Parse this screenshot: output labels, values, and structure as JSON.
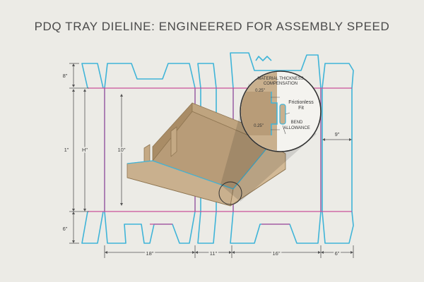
{
  "header": {
    "title": "PDQ TRAY DIELINE: ENGINEERED FOR ASSEMBLY SPEED"
  },
  "dimensions": {
    "flap_top": "8\"",
    "height_outer": "1\"",
    "height_inner": "H\"",
    "depth": "10\"",
    "flap_bottom": "6\"",
    "right_panel": "9\"",
    "bottom_1": "18\"",
    "bottom_2": "11\"",
    "bottom_3": "16\"",
    "bottom_4": "6\""
  },
  "callout": {
    "heading_line1": "MATERIAL THICKNESS",
    "heading_line2": "COMPENSATION",
    "dim_top": "0.25\"",
    "dim_bottom": "0.25\"",
    "friction_line1": "Frictionless",
    "friction_line2": "Fit",
    "bend_line1": "BEND",
    "bend_line2": "ALLOWANCE"
  },
  "colors": {
    "cut_line": "#3fb4d8",
    "fold_line": "#c94f9a",
    "dimension_line": "#555555",
    "cardboard": "#c9b08e",
    "cardboard_dark": "#a98c66",
    "background": "#ecebe6"
  }
}
